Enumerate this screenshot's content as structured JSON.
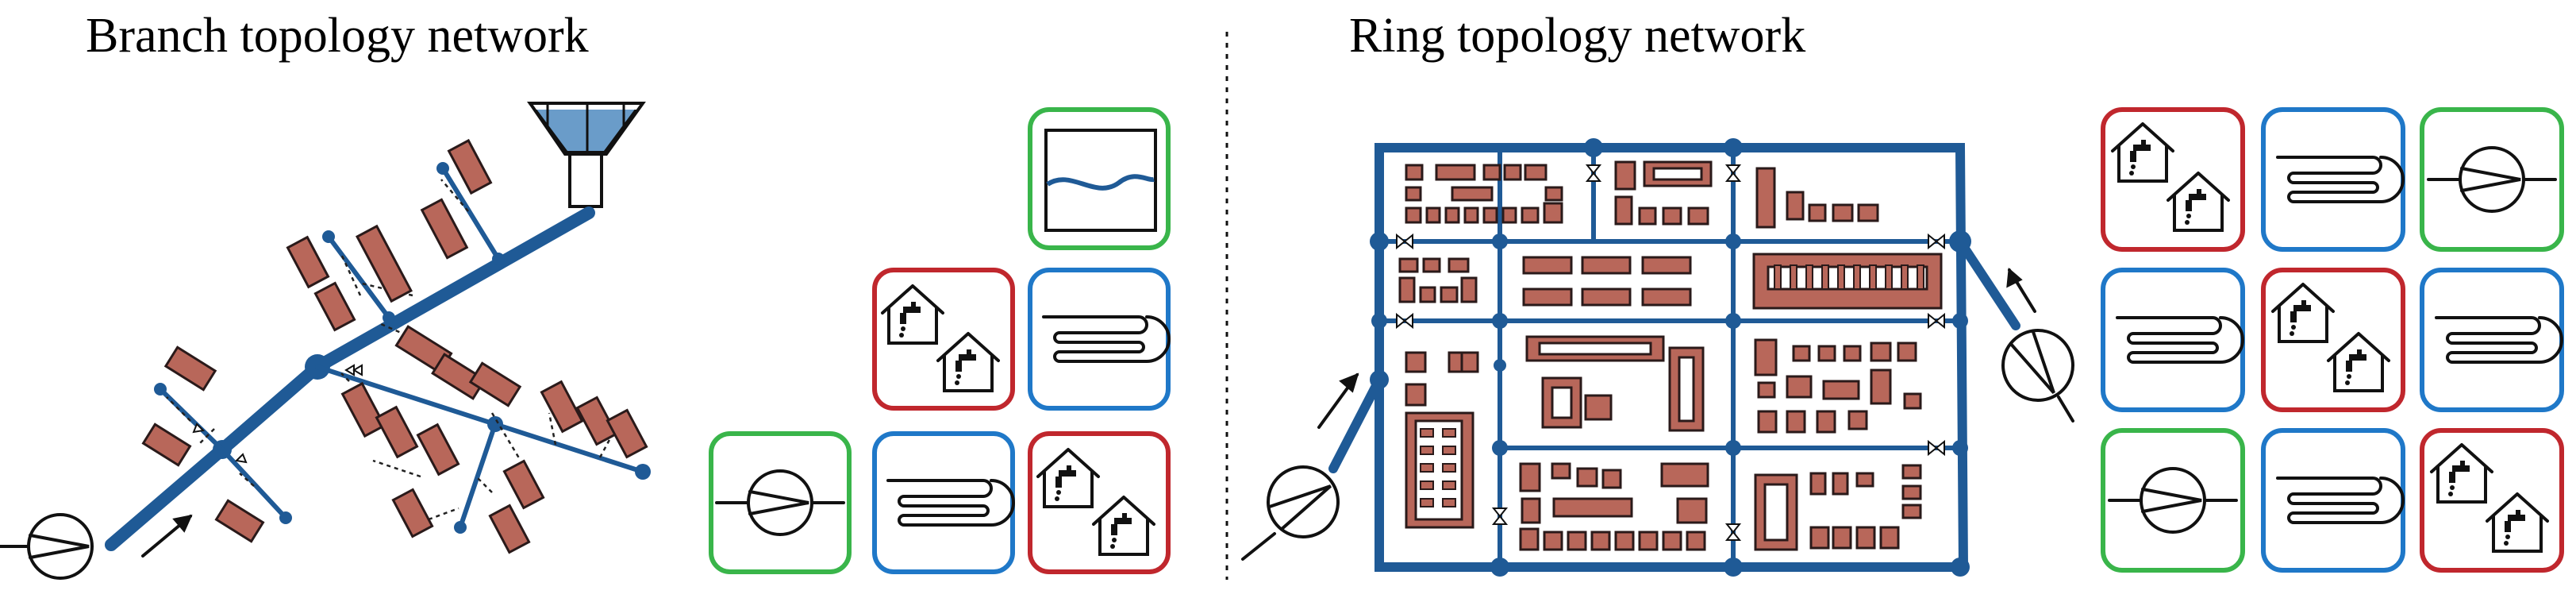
{
  "titles": {
    "left": "Branch topology network",
    "right": "Ring topology network"
  },
  "legend_left": {
    "tiles": [
      "storage-tank",
      "consumer-houses",
      "heat-exchanger",
      "pump",
      "heat-exchanger",
      "consumer-houses"
    ]
  },
  "legend_right": {
    "tiles": [
      "consumer-houses",
      "heat-exchanger",
      "pump",
      "heat-exchanger",
      "consumer-houses",
      "heat-exchanger",
      "pump",
      "heat-exchanger",
      "consumer-houses"
    ]
  },
  "colors": {
    "pipe": "#1f5a96",
    "building": "#b8675a",
    "consumer_border": "#c0272d",
    "exchanger_border": "#1f78c8",
    "pump_border": "#39b54a"
  }
}
